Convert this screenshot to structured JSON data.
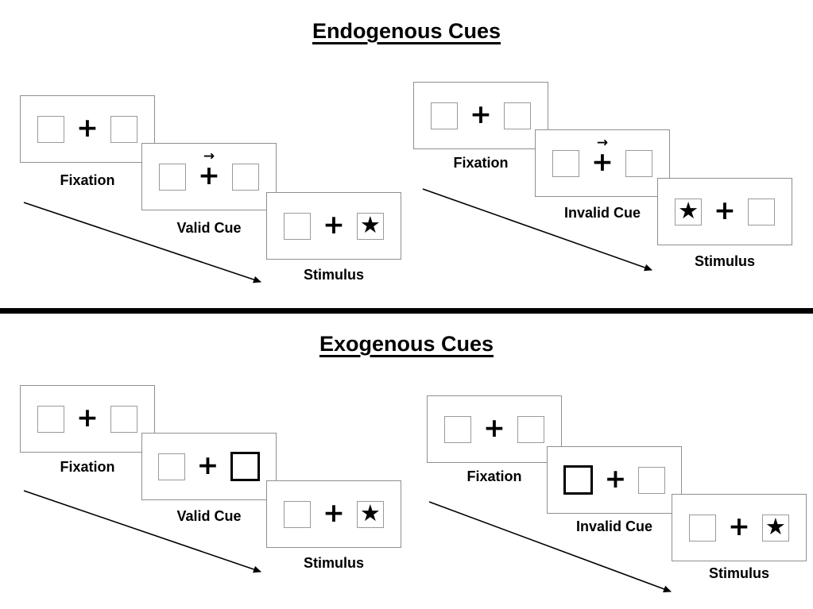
{
  "sections": [
    {
      "title": "Endogenous Cues",
      "trials": [
        {
          "validity": "valid",
          "cue_direction": "right",
          "stimulus_side": "right",
          "frames": [
            {
              "label": "Fixation"
            },
            {
              "label": "Valid Cue"
            },
            {
              "label": "Stimulus"
            }
          ]
        },
        {
          "validity": "invalid",
          "cue_direction": "right",
          "stimulus_side": "left",
          "frames": [
            {
              "label": "Fixation"
            },
            {
              "label": "Invalid Cue"
            },
            {
              "label": "Stimulus"
            }
          ]
        }
      ]
    },
    {
      "title": "Exogenous Cues",
      "trials": [
        {
          "validity": "valid",
          "cue_side": "right",
          "stimulus_side": "right",
          "frames": [
            {
              "label": "Fixation"
            },
            {
              "label": "Valid Cue"
            },
            {
              "label": "Stimulus"
            }
          ]
        },
        {
          "validity": "invalid",
          "cue_side": "left",
          "stimulus_side": "right",
          "frames": [
            {
              "label": "Fixation"
            },
            {
              "label": "Invalid Cue"
            },
            {
              "label": "Stimulus"
            }
          ]
        }
      ]
    }
  ],
  "symbols": {
    "fixation_cross": "+",
    "star_target": "★",
    "cue_arrow": "→"
  }
}
